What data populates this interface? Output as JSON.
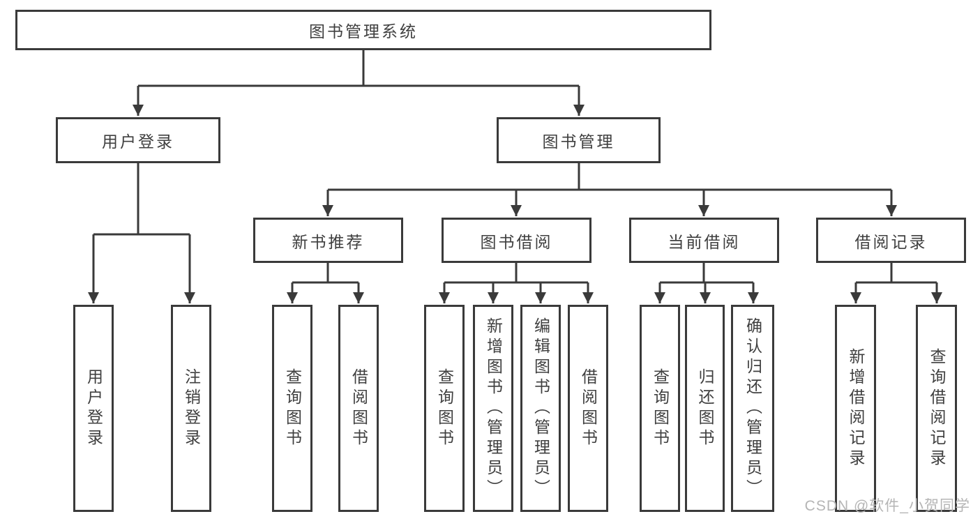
{
  "diagram": {
    "root": {
      "label": "图书管理系统"
    },
    "level2": [
      {
        "label": "用户登录"
      },
      {
        "label": "图书管理"
      }
    ],
    "user_leaves": [
      {
        "label": "用户登录"
      },
      {
        "label": "注销登录"
      }
    ],
    "groups": [
      {
        "label": "新书推荐",
        "leaves": [
          {
            "label": "查询图书"
          },
          {
            "label": "借阅图书"
          }
        ]
      },
      {
        "label": "图书借阅",
        "leaves": [
          {
            "label": "查询图书"
          },
          {
            "label": "新增图书（管理员）"
          },
          {
            "label": "编辑图书（管理员）"
          },
          {
            "label": "借阅图书"
          }
        ]
      },
      {
        "label": "当前借阅",
        "leaves": [
          {
            "label": "查询图书"
          },
          {
            "label": "归还图书"
          },
          {
            "label": "确认归还（管理员）"
          }
        ]
      },
      {
        "label": "借阅记录",
        "leaves": [
          {
            "label": "新增借阅记录"
          },
          {
            "label": "查询借阅记录"
          }
        ]
      }
    ]
  },
  "watermark": {
    "text": "CSDN @软件_小贺同学"
  },
  "colors": {
    "line": "#3a3a3a",
    "text": "#3f3f3f",
    "watermark": "#b5b5b5",
    "background": "#ffffff"
  }
}
